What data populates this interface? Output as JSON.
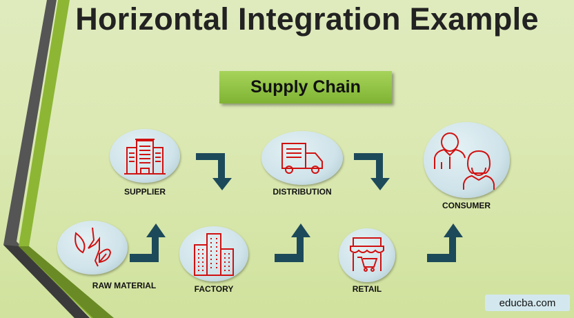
{
  "title": "Horizontal Integration Example",
  "subtitle": "Supply Chain",
  "nodes": [
    {
      "label": "SUPPLIER",
      "icon": "office-building-icon"
    },
    {
      "label": "DISTRIBUTION",
      "icon": "delivery-truck-icon"
    },
    {
      "label": "CONSUMER",
      "icon": "people-icon"
    },
    {
      "label": "RAW MATERIAL",
      "icon": "leaves-energy-icon"
    },
    {
      "label": "FACTORY",
      "icon": "factory-building-icon"
    },
    {
      "label": "RETAIL",
      "icon": "shop-cart-icon"
    }
  ],
  "watermark": "educba.com",
  "colors": {
    "accent_green": "#8cc03c",
    "arrow": "#1d4a5a",
    "icon_red": "#d01010"
  }
}
